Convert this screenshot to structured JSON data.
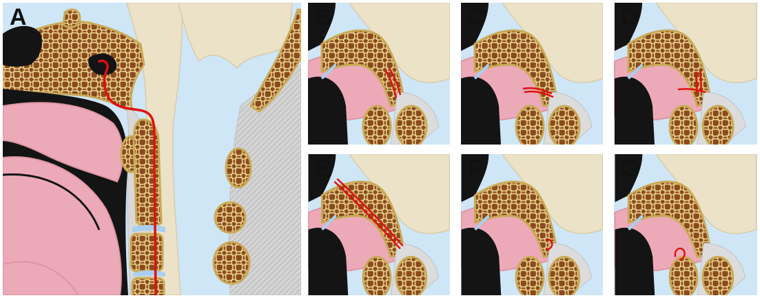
{
  "figure": {
    "panels": [
      {
        "label": "A"
      },
      {
        "label": "B"
      },
      {
        "label": "C"
      },
      {
        "label": "D"
      },
      {
        "label": "E"
      },
      {
        "label": "F"
      },
      {
        "label": "G"
      }
    ]
  },
  "colors": {
    "background": "#cfe6f7",
    "bone": "#e6cf86",
    "bone_trabecular": "#8a4a1e",
    "brain_tissue": "#ebe2c8",
    "airway": "#141414",
    "soft_tissue": "#ecaab8",
    "muscle": "#d9d9d9",
    "fracture_line": "#e01010"
  }
}
